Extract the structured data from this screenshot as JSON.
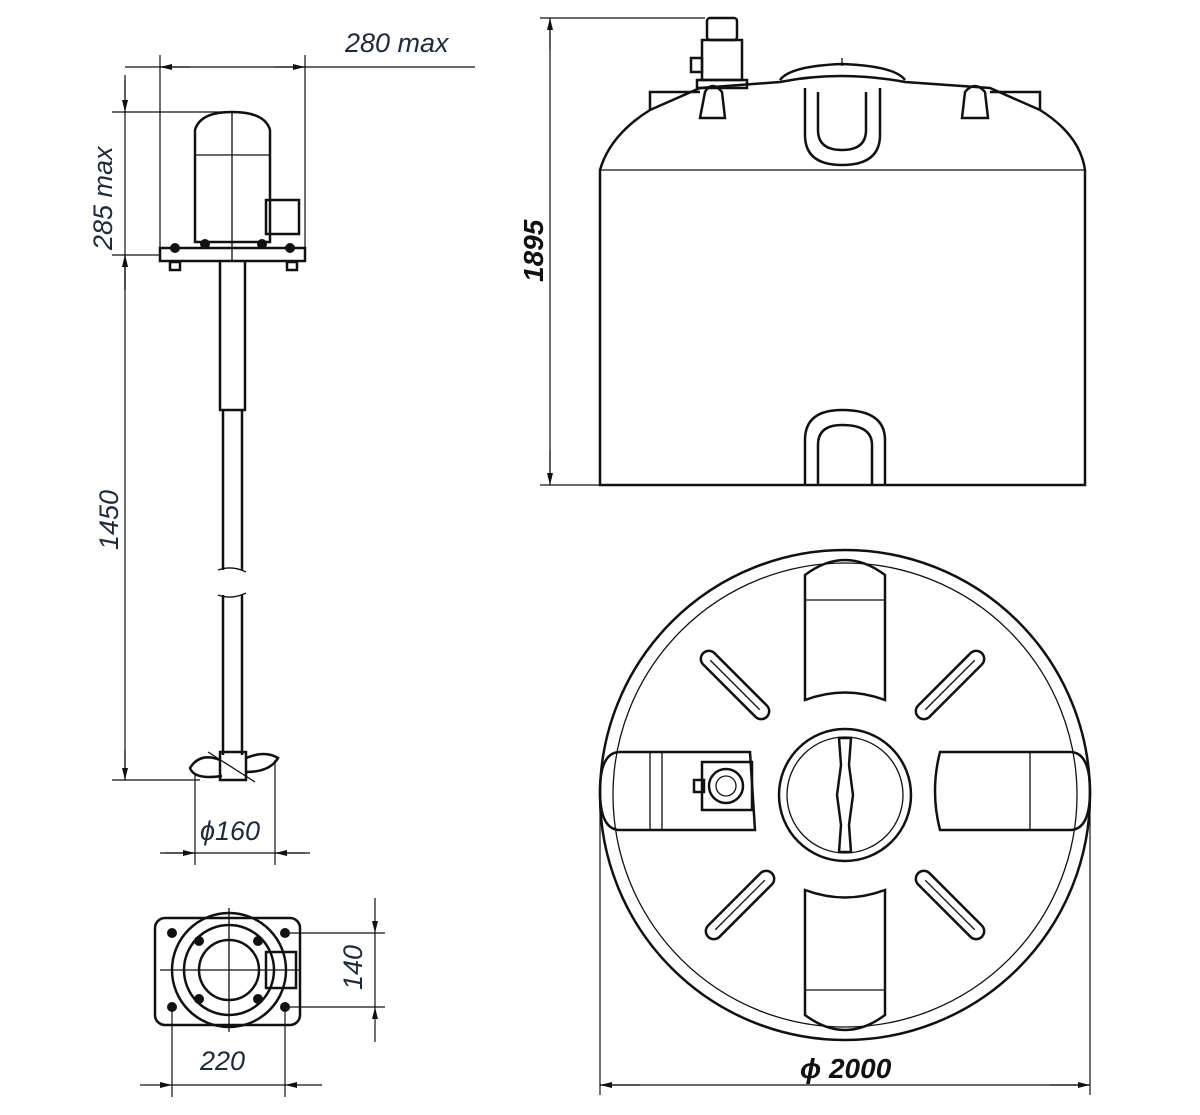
{
  "drawing": {
    "mixer_side_view": {
      "width_dimension": "280 max",
      "motor_height_dimension": "285 max",
      "shaft_length_dimension": "1450",
      "impeller_diameter_dimension": "ϕ160"
    },
    "mixer_mount_plate": {
      "height_dimension": "140",
      "width_dimension": "220"
    },
    "tank_side_view": {
      "height_dimension": "1895"
    },
    "tank_top_view": {
      "diameter_dimension": "ϕ 2000"
    }
  }
}
